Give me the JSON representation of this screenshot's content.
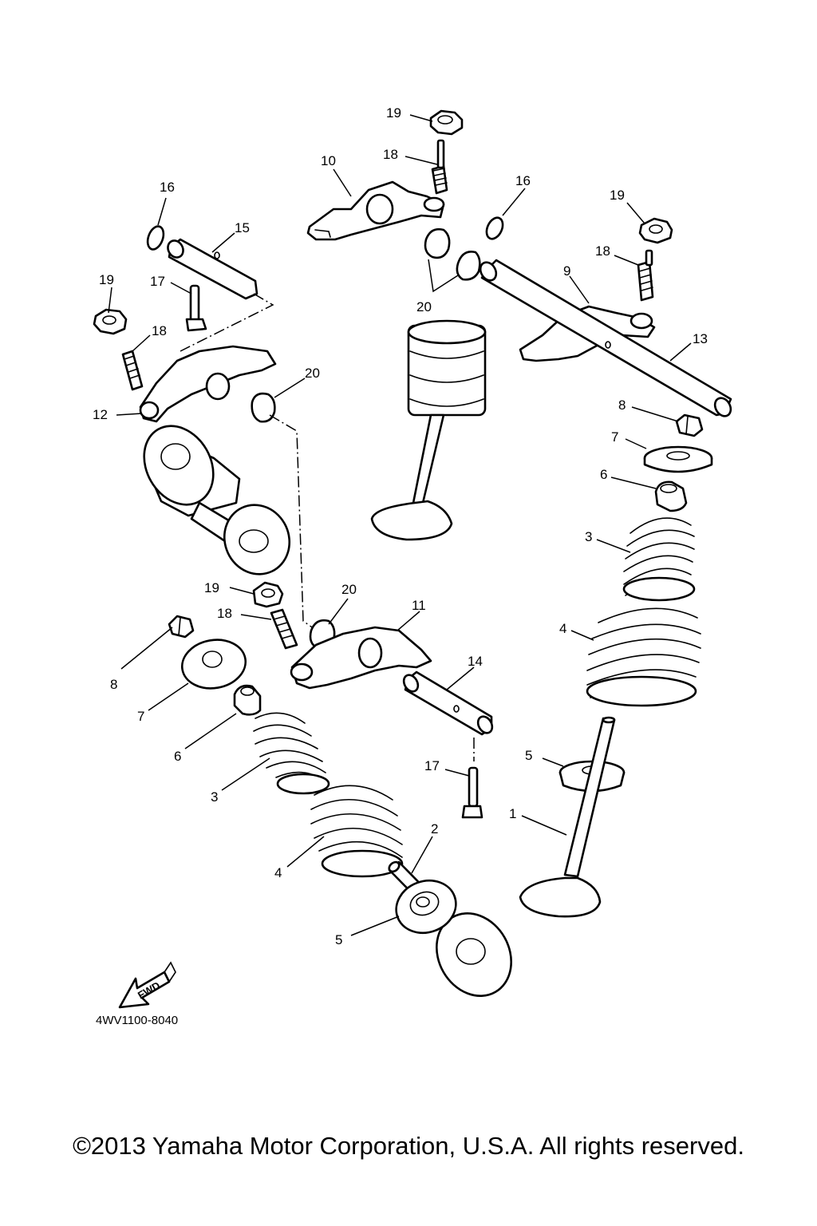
{
  "diagram": {
    "callouts": {
      "c19a": "19",
      "c18a": "18",
      "c10": "10",
      "c16a": "16",
      "c15": "15",
      "c19b": "19",
      "c17a": "17",
      "c18b": "18",
      "c12": "12",
      "c20a": "20",
      "c20b": "20",
      "c16b": "16",
      "c19c": "19",
      "c18c": "18",
      "c9": "9",
      "c13": "13",
      "c8a": "8",
      "c7a": "7",
      "c6a": "6",
      "c3a": "3",
      "c4a": "4",
      "c19d": "19",
      "c18d": "18",
      "c20c": "20",
      "c11": "11",
      "c14": "14",
      "c8b": "8",
      "c7b": "7",
      "c6b": "6",
      "c3b": "3",
      "c4b": "4",
      "c17b": "17",
      "c5a": "5",
      "c1": "1",
      "c2": "2",
      "c5b": "5"
    },
    "fwd_label": "FWD",
    "drawing_code": "4WV1100-8040"
  },
  "footer": {
    "copyright": "©2013 Yamaha Motor Corporation, U.S.A. All rights reserved."
  }
}
